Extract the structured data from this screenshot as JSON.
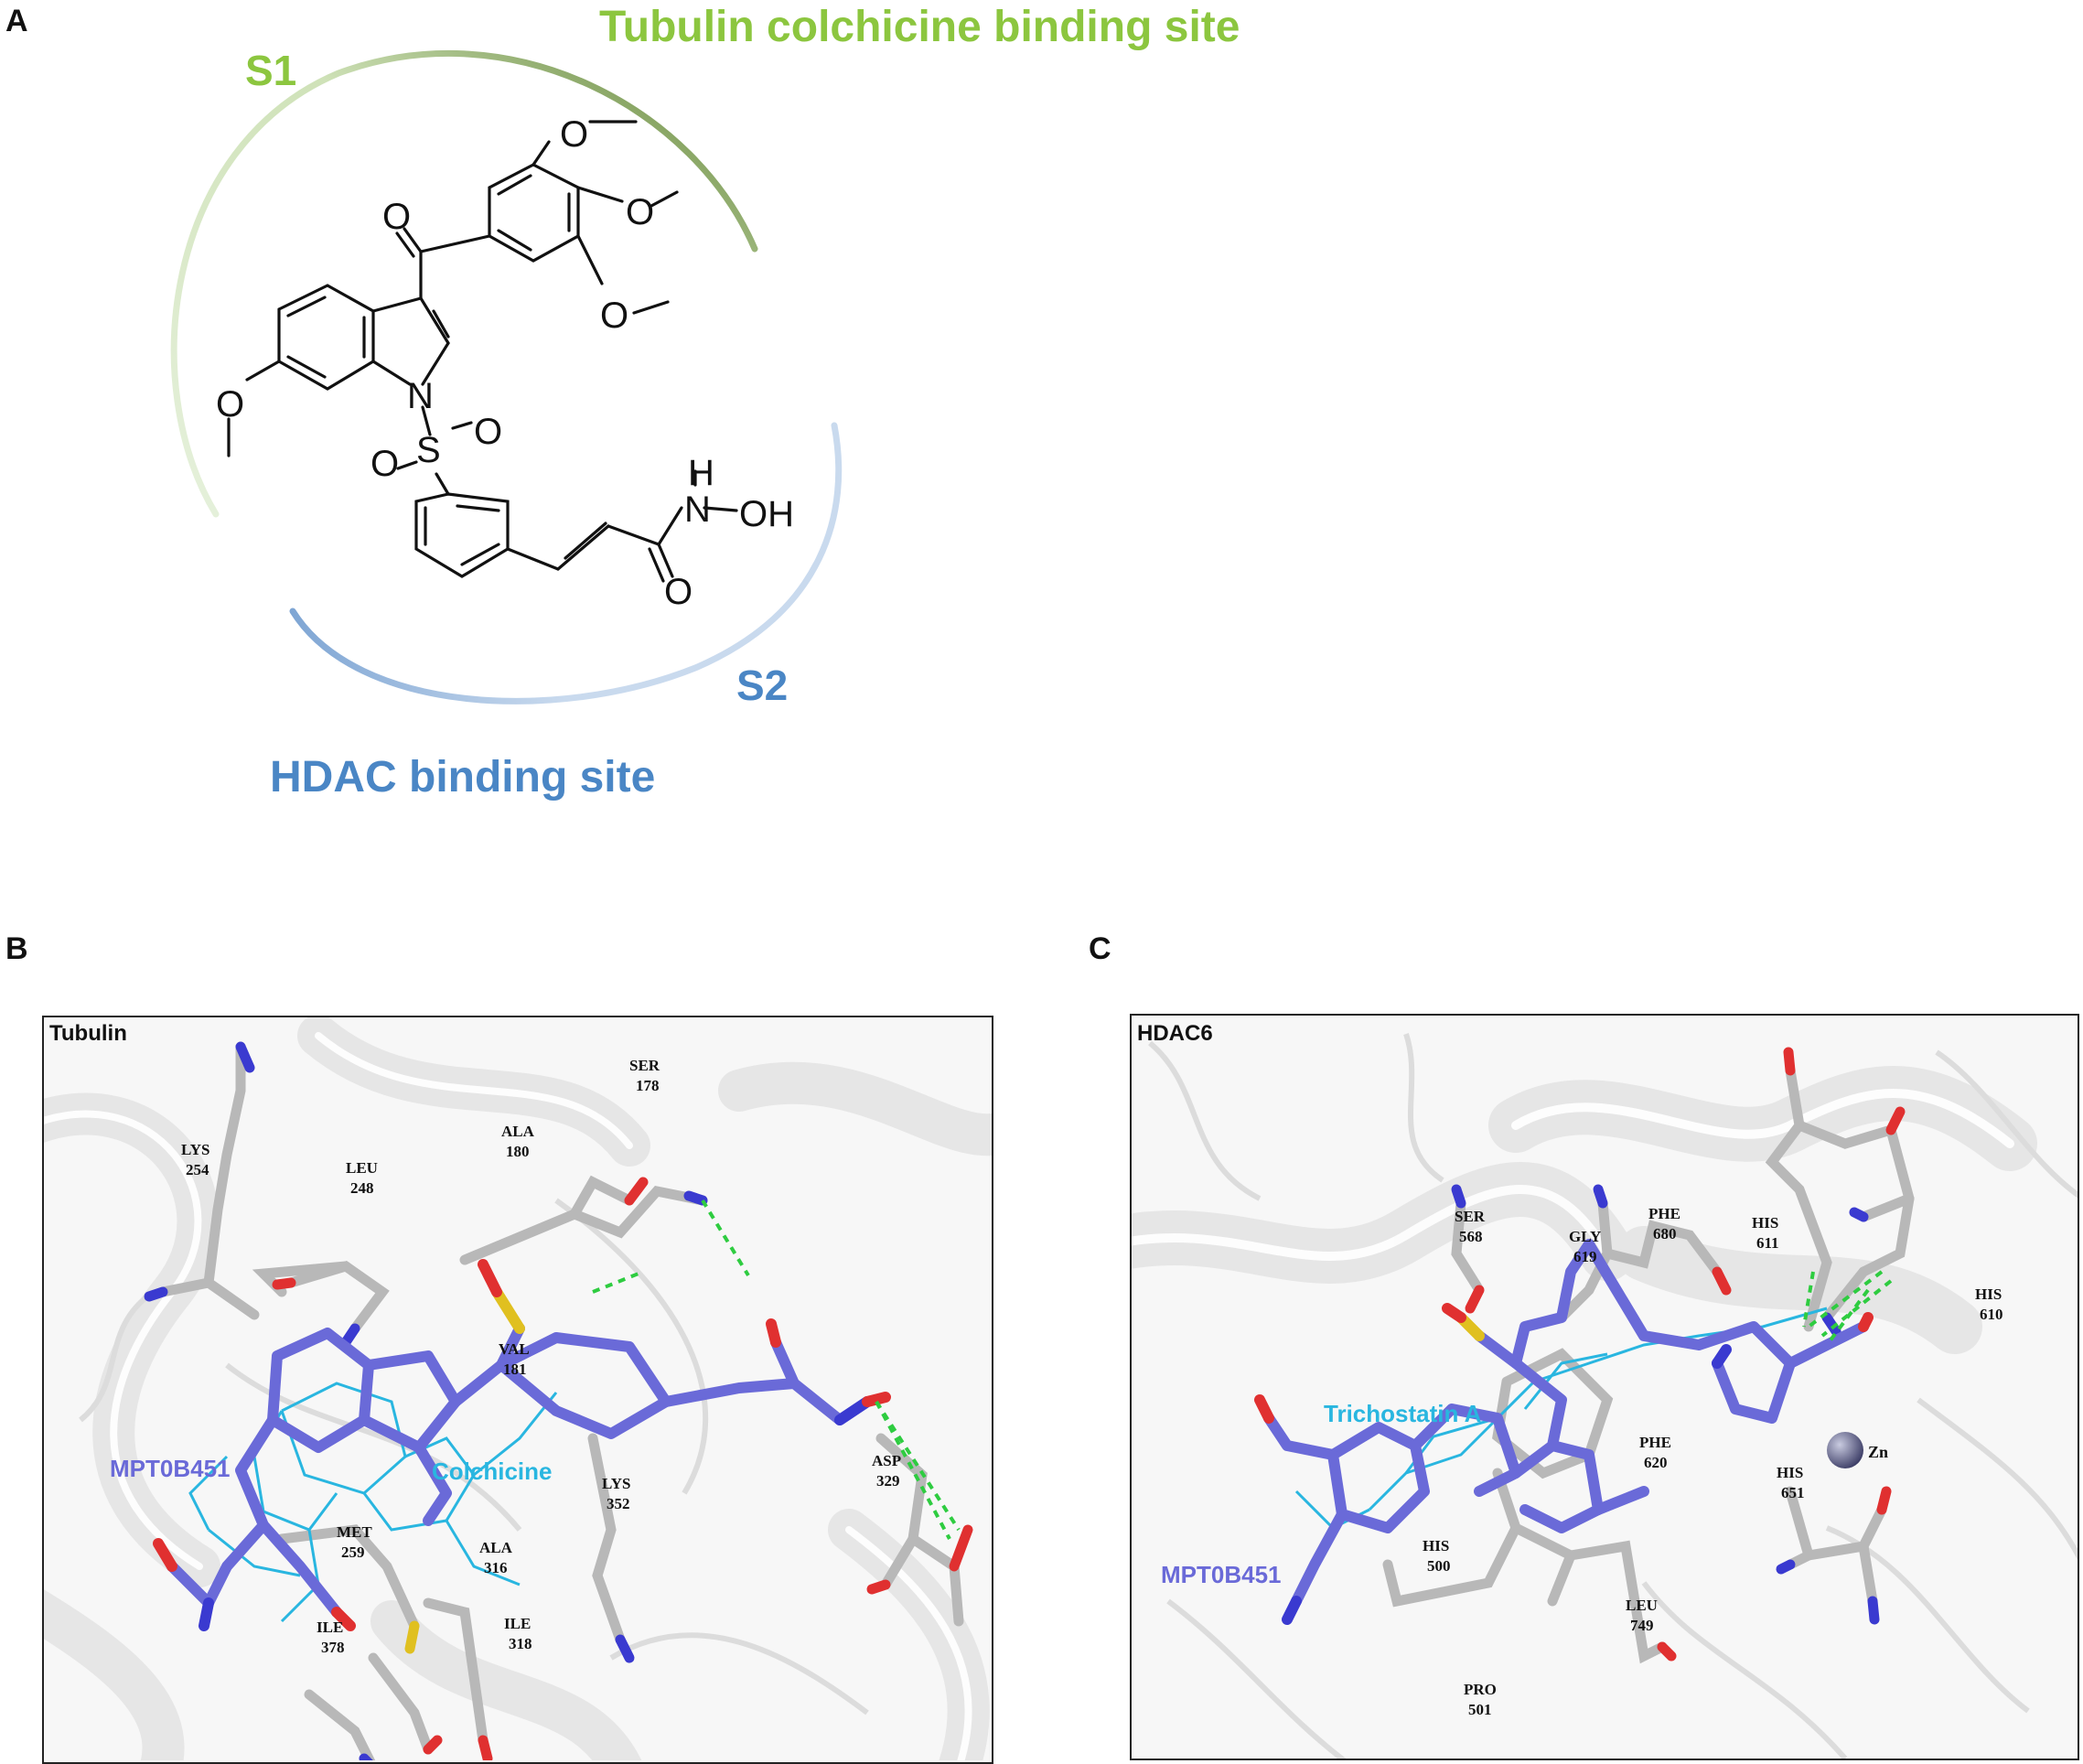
{
  "panel_a": {
    "letter": "A",
    "tubulin_site": "Tubulin colchicine binding site",
    "s1": "S1",
    "s2": "S2",
    "hdac_site": "HDAC binding site",
    "atoms": {
      "o": "O",
      "s": "S",
      "n": "N",
      "h": "H",
      "oh": "OH"
    },
    "colors": {
      "tubulin": "#8cc63f",
      "hdac": "#4a86c5"
    }
  },
  "panel_b": {
    "letter": "B",
    "title": "Tubulin",
    "ligand": "MPT0B451",
    "reference": "Colchicine",
    "residues": [
      {
        "name": "LYS",
        "num": "254"
      },
      {
        "name": "LEU",
        "num": "248"
      },
      {
        "name": "ALA",
        "num": "180"
      },
      {
        "name": "SER",
        "num": "178"
      },
      {
        "name": "VAL",
        "num": "181"
      },
      {
        "name": "LYS",
        "num": "352"
      },
      {
        "name": "ASP",
        "num": "329"
      },
      {
        "name": "MET",
        "num": "259"
      },
      {
        "name": "ALA",
        "num": "316"
      },
      {
        "name": "ILE",
        "num": "378"
      },
      {
        "name": "ILE",
        "num": "318"
      }
    ]
  },
  "panel_c": {
    "letter": "C",
    "title": "HDAC6",
    "ligand": "MPT0B451",
    "reference": "Trichostatin A",
    "zinc": "Zn",
    "residues": [
      {
        "name": "SER",
        "num": "568"
      },
      {
        "name": "GLY",
        "num": "619"
      },
      {
        "name": "PHE",
        "num": "680"
      },
      {
        "name": "HIS",
        "num": "611"
      },
      {
        "name": "HIS",
        "num": "610"
      },
      {
        "name": "PHE",
        "num": "620"
      },
      {
        "name": "HIS",
        "num": "651"
      },
      {
        "name": "HIS",
        "num": "500"
      },
      {
        "name": "LEU",
        "num": "749"
      },
      {
        "name": "PRO",
        "num": "501"
      }
    ]
  },
  "colors": {
    "ligand": "#6a6ad8",
    "reference": "#29b6e0",
    "residue": "#b8b8b8",
    "oxygen": "#e03030",
    "nitrogen": "#3a3ad0",
    "sulfur": "#e0c020",
    "hbond": "#2ecc40"
  }
}
